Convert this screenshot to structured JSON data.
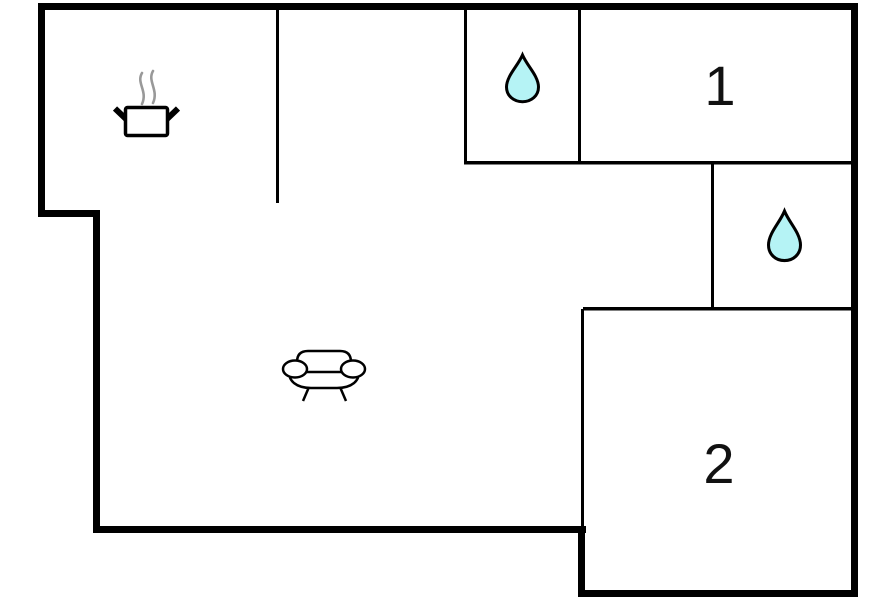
{
  "floorplan": {
    "background_color": "#ffffff",
    "wall_color": "#000000",
    "rooms": [
      {
        "name": "room-1",
        "label": "1"
      },
      {
        "name": "room-2",
        "label": "2"
      }
    ],
    "icons": {
      "cooking_pot": {
        "name": "cooking-pot-icon",
        "pot_fill": "#ffffff",
        "pot_stroke": "#000000",
        "steam_color": "#999999"
      },
      "water_drop": {
        "name": "water-drop-icon",
        "fill": "#b5f3f5",
        "stroke": "#000000",
        "count": 2
      },
      "sofa": {
        "name": "sofa-icon",
        "fill": "#ffffff",
        "stroke": "#000000"
      }
    }
  }
}
